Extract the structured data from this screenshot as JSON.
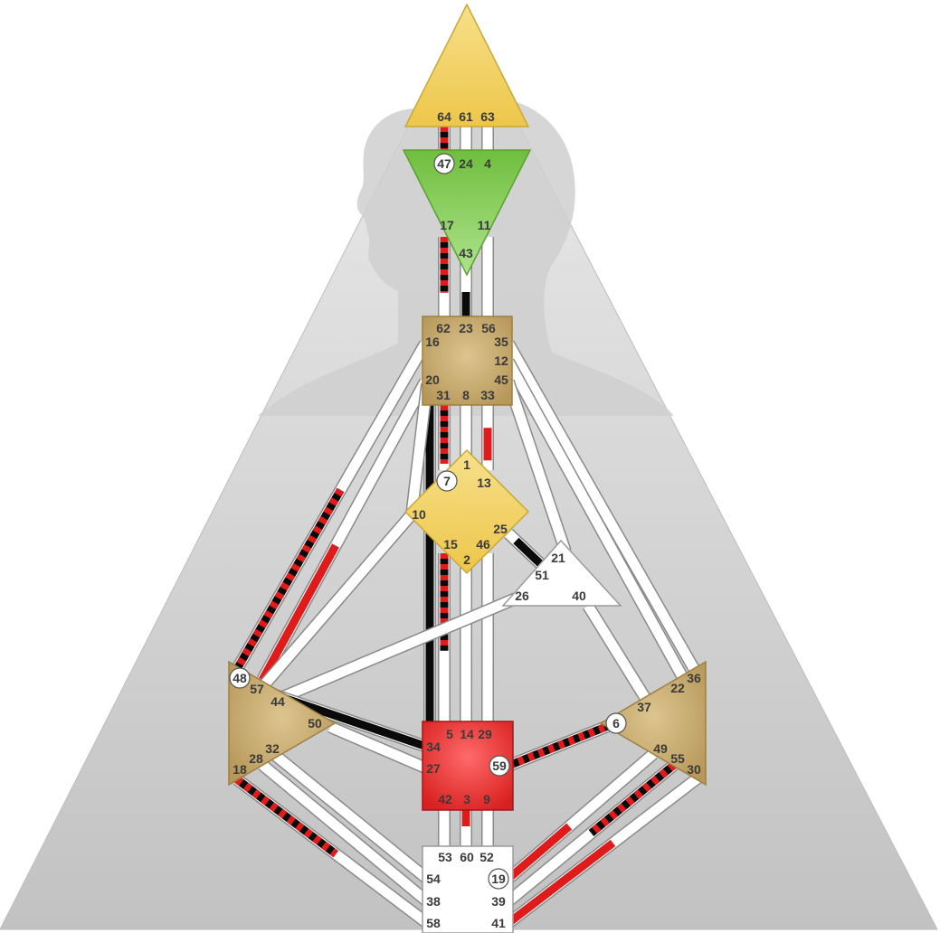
{
  "colors": {
    "background": "#ffffff",
    "body_fill": "#d8d8d8",
    "head_fill": "#c9c9c9",
    "channel_white": "#ffffff",
    "channel_outline": "#8a8a8a",
    "activation_red": "#e01b1b",
    "activation_black": "#0a0a0a",
    "center_yellow": "#f2d468",
    "center_green": "#7ecb4e",
    "center_tan": "#c4a868",
    "center_red": "#e22a2a",
    "center_white": "#ffffff"
  },
  "centers": {
    "head": {
      "name": "head-center",
      "defined": true,
      "gates": [
        "64",
        "61",
        "63"
      ]
    },
    "ajna": {
      "name": "ajna-center",
      "defined": true,
      "gates": [
        "47",
        "24",
        "4",
        "17",
        "11",
        "43"
      ]
    },
    "throat": {
      "name": "throat-center",
      "defined": true,
      "gates": [
        "62",
        "23",
        "56",
        "16",
        "35",
        "12",
        "20",
        "45",
        "31",
        "8",
        "33"
      ]
    },
    "g": {
      "name": "g-center",
      "defined": true,
      "gates": [
        "7",
        "1",
        "13",
        "10",
        "25",
        "15",
        "46",
        "2"
      ]
    },
    "heart": {
      "name": "heart-center",
      "defined": false,
      "gates": [
        "21",
        "51",
        "26",
        "40"
      ]
    },
    "spleen": {
      "name": "spleen-center",
      "defined": true,
      "gates": [
        "48",
        "57",
        "44",
        "50",
        "32",
        "28",
        "18"
      ]
    },
    "sacral": {
      "name": "sacral-center",
      "defined": true,
      "gates": [
        "5",
        "14",
        "29",
        "34",
        "27",
        "59",
        "42",
        "3",
        "9"
      ]
    },
    "solar_plexus": {
      "name": "solar-plexus-center",
      "defined": true,
      "gates": [
        "6",
        "37",
        "22",
        "36",
        "49",
        "55",
        "30"
      ]
    },
    "root": {
      "name": "root-center",
      "defined": false,
      "gates": [
        "53",
        "60",
        "52",
        "54",
        "19",
        "38",
        "39",
        "58",
        "41"
      ]
    }
  },
  "circled_gates": [
    "47",
    "7",
    "48",
    "59",
    "6",
    "19"
  ],
  "gate_labels": {
    "64": "64",
    "61": "61",
    "63": "63",
    "47": "47",
    "24": "24",
    "4": "4",
    "17": "17",
    "11": "11",
    "43": "43",
    "62": "62",
    "23": "23",
    "56": "56",
    "16": "16",
    "35": "35",
    "12": "12",
    "20": "20",
    "45": "45",
    "31": "31",
    "8": "8",
    "33": "33",
    "7": "7",
    "1": "1",
    "13": "13",
    "10": "10",
    "25": "25",
    "15": "15",
    "46": "46",
    "2": "2",
    "21": "21",
    "51": "51",
    "26": "26",
    "40": "40",
    "48": "48",
    "57": "57",
    "44": "44",
    "50": "50",
    "32": "32",
    "28": "28",
    "18": "18",
    "5": "5",
    "14": "14",
    "29": "29",
    "34": "34",
    "27": "27",
    "59": "59",
    "42": "42",
    "3": "3",
    "9": "9",
    "6": "6",
    "37": "37",
    "22": "22",
    "36": "36",
    "49": "49",
    "55": "55",
    "30": "30",
    "53": "53",
    "60": "60",
    "52": "52",
    "54": "54",
    "19": "19",
    "38": "38",
    "39": "39",
    "58": "58",
    "41": "41"
  },
  "channels": [
    {
      "id": "64-47",
      "activation": "red-black"
    },
    {
      "id": "61-24",
      "activation": "none"
    },
    {
      "id": "63-4",
      "activation": "none"
    },
    {
      "id": "17-62",
      "activation": "red-black"
    },
    {
      "id": "43-23",
      "activation": "black"
    },
    {
      "id": "11-56",
      "activation": "none"
    },
    {
      "id": "16-48",
      "activation": "red-black"
    },
    {
      "id": "20-34",
      "activation": "black"
    },
    {
      "id": "20-57",
      "activation": "red"
    },
    {
      "id": "31-7",
      "activation": "red-black"
    },
    {
      "id": "8-1",
      "activation": "none"
    },
    {
      "id": "33-13",
      "activation": "red"
    },
    {
      "id": "35-36",
      "activation": "none"
    },
    {
      "id": "12-22",
      "activation": "none"
    },
    {
      "id": "45-21",
      "activation": "none"
    },
    {
      "id": "10-20",
      "activation": "none"
    },
    {
      "id": "10-57",
      "activation": "none"
    },
    {
      "id": "25-51",
      "activation": "black"
    },
    {
      "id": "15-5",
      "activation": "red-black"
    },
    {
      "id": "2-14",
      "activation": "none"
    },
    {
      "id": "46-29",
      "activation": "none"
    },
    {
      "id": "26-44",
      "activation": "none"
    },
    {
      "id": "40-37",
      "activation": "none"
    },
    {
      "id": "50-27",
      "activation": "none"
    },
    {
      "id": "34-57",
      "activation": "black"
    },
    {
      "id": "59-6",
      "activation": "red-black"
    },
    {
      "id": "32-54",
      "activation": "none"
    },
    {
      "id": "28-38",
      "activation": "none"
    },
    {
      "id": "18-58",
      "activation": "red-black"
    },
    {
      "id": "42-53",
      "activation": "none"
    },
    {
      "id": "3-60",
      "activation": "red"
    },
    {
      "id": "9-52",
      "activation": "none"
    },
    {
      "id": "49-19",
      "activation": "red"
    },
    {
      "id": "55-39",
      "activation": "red-black"
    },
    {
      "id": "30-41",
      "activation": "red"
    }
  ]
}
